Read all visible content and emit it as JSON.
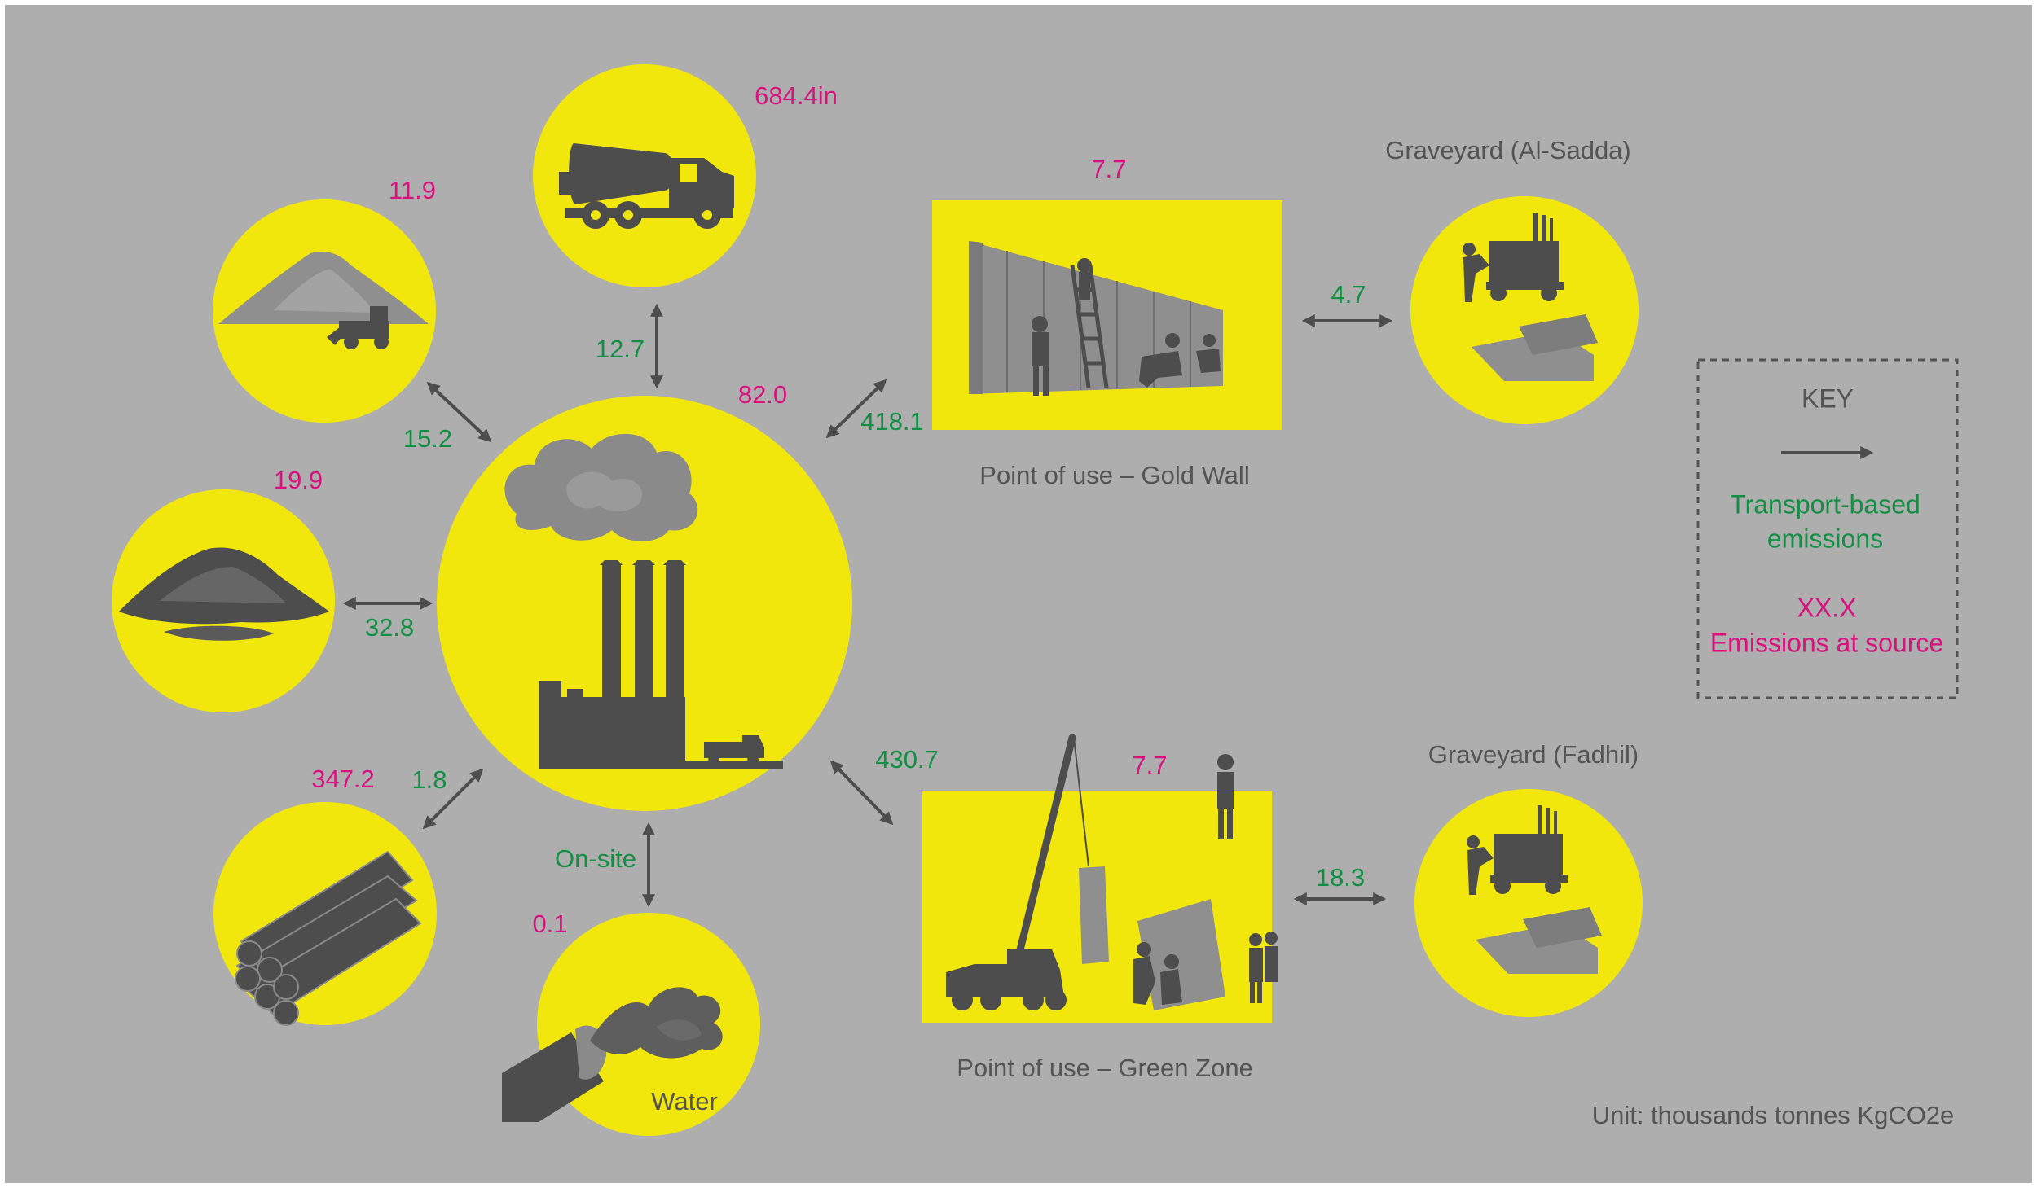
{
  "colors": {
    "background": "#aeaeae",
    "circle_fill": "#f2e70c",
    "silhouette": "#4d4d4d",
    "source_emission": "#d8127f",
    "transport_emission": "#138f44",
    "label_text": "#545454"
  },
  "source_emissions": {
    "concrete_truck": "684.4in",
    "sand": "11.9",
    "gravel": "19.9",
    "steel_rebar": "347.2",
    "water": "0.1",
    "factory": "82.0",
    "gold_wall": "7.7",
    "green_zone": "7.7"
  },
  "transport_emissions": {
    "concrete_truck": "12.7",
    "sand": "15.2",
    "gravel": "32.8",
    "steel_rebar": "1.8",
    "water": "On-site",
    "gold_wall": "418.1",
    "green_zone": "430.7",
    "graveyard_al_sadda": "4.7",
    "graveyard_fadhil": "18.3"
  },
  "labels": {
    "gold_wall": "Point of use – Gold Wall",
    "green_zone": "Point of use – Green Zone",
    "graveyard_al_sadda": "Graveyard (Al-Sadda)",
    "graveyard_fadhil": "Graveyard (Fadhil)",
    "water": "Water"
  },
  "icons": {
    "factory": "factory-icon",
    "concrete_truck": "concrete-mixer-truck-icon",
    "sand": "sand-pile-bulldozer-icon",
    "gravel": "gravel-pile-icon",
    "steel_rebar": "steel-rebar-bundle-icon",
    "water": "water-pipe-icon",
    "gold_wall": "soldiers-at-wall-icon",
    "green_zone": "crane-placing-barrier-icon",
    "graveyard": "forklift-and-slabs-icon"
  },
  "key": {
    "title": "KEY",
    "transport_line1": "Transport-based",
    "transport_line2": "emissions",
    "source_placeholder": "XX.X",
    "source_label": "Emissions at source"
  },
  "unit": "Unit: thousands tonnes KgCO2e"
}
